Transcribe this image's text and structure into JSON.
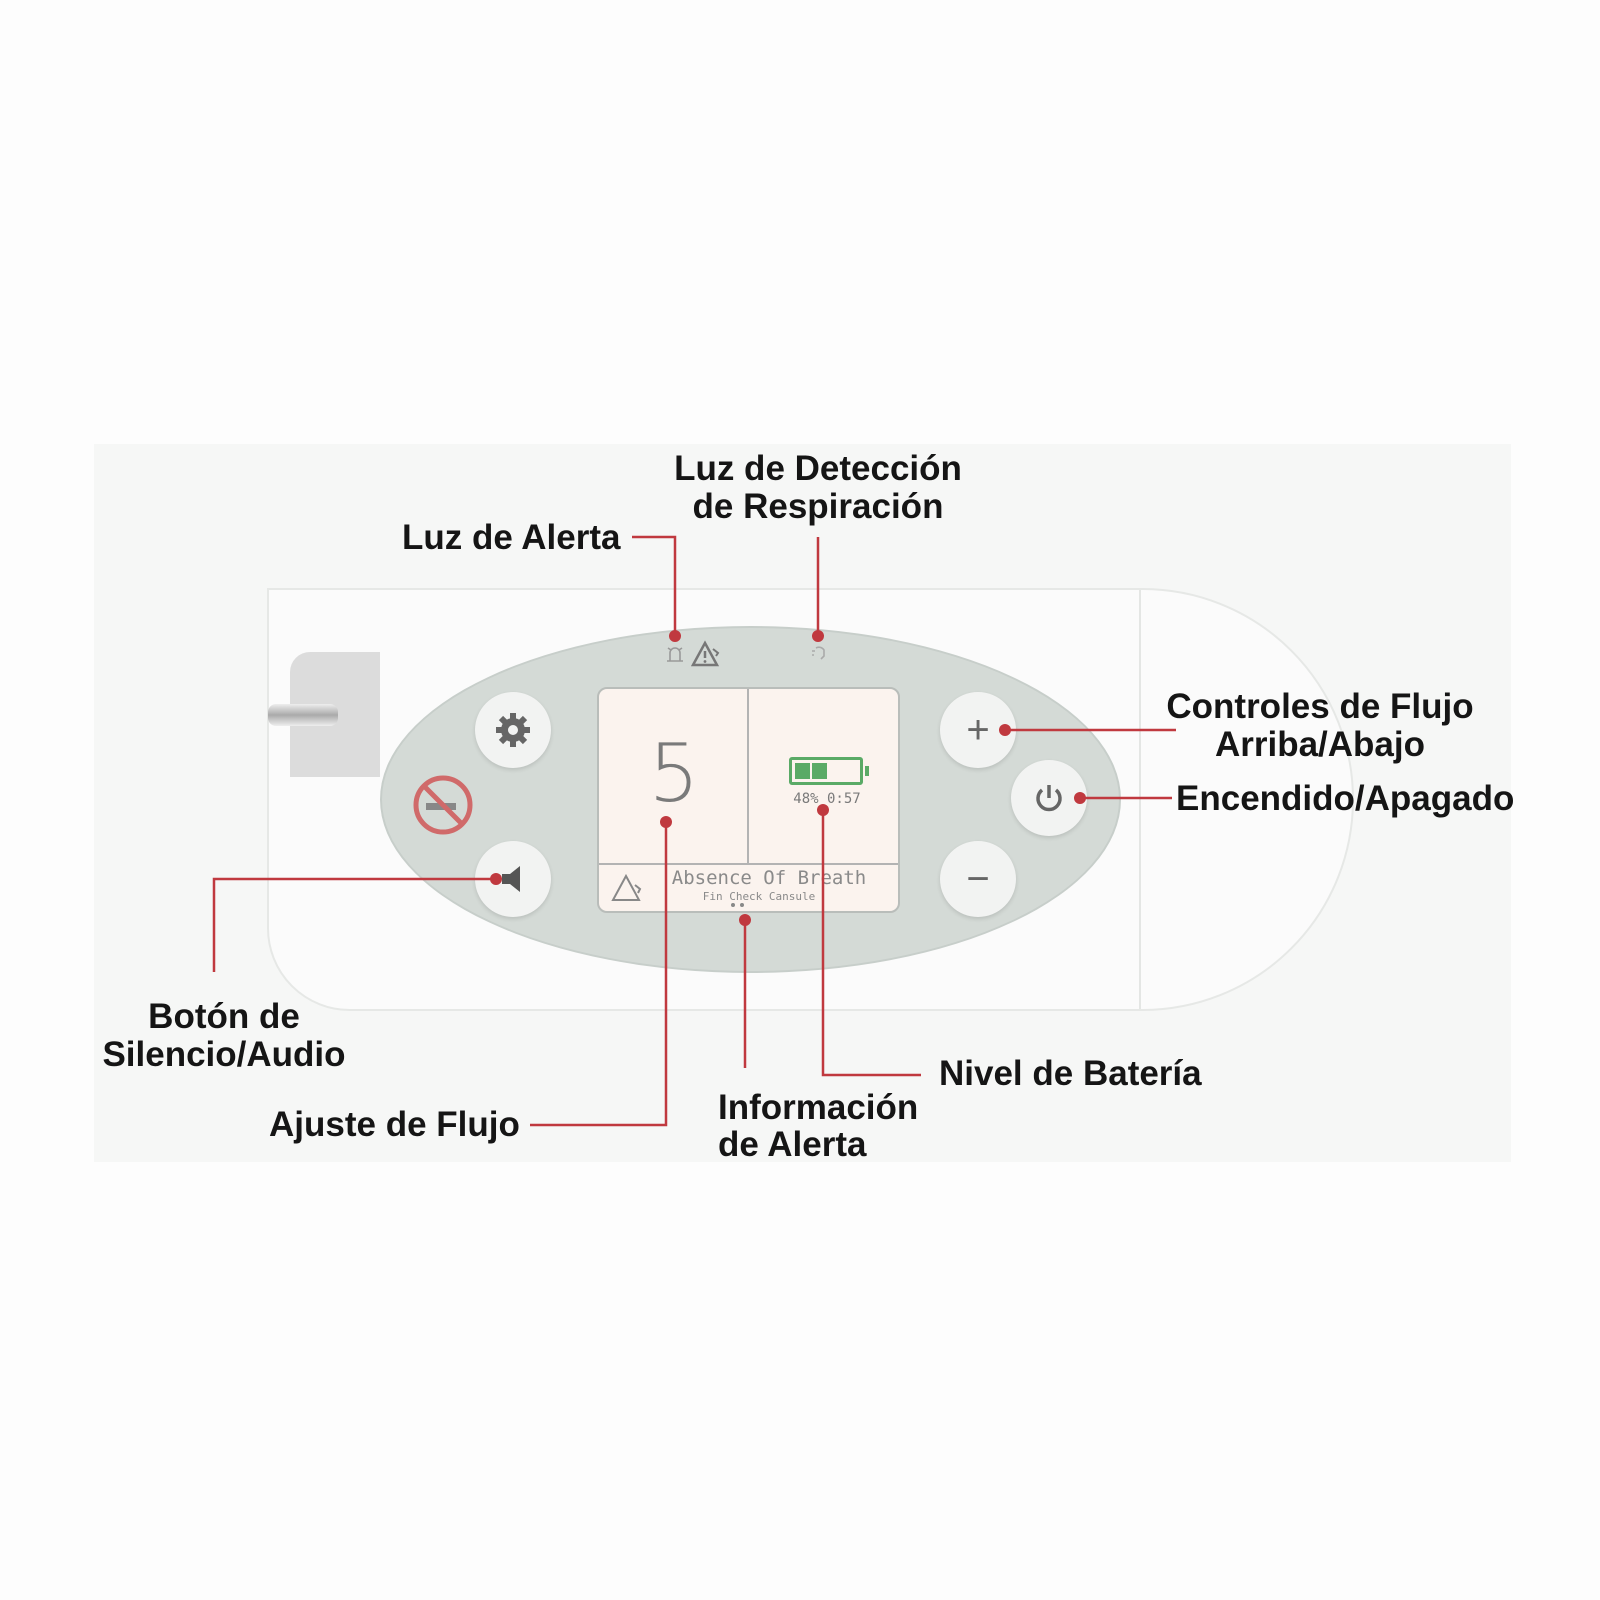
{
  "labels": {
    "breath_light": [
      "Luz de Detección",
      "de Respiración"
    ],
    "alert_light": "Luz de Alerta",
    "flow_controls": [
      "Controles de Flujo",
      "Arriba/Abajo"
    ],
    "power": "Encendido/Apagado",
    "mute_button": [
      "Botón de",
      "Silencio/Audio"
    ],
    "flow_setting": "Ajuste de Flujo",
    "alert_info": [
      "Información",
      "de Alerta"
    ],
    "battery_level": "Nivel de Batería"
  },
  "screen": {
    "flow_value": "5",
    "battery_percent": 48,
    "battery_text": "48% 0:57",
    "alert_message": "Absence Of Breath",
    "alert_sub": "Fin Check Cansule"
  },
  "colors": {
    "callout": "#c0393f",
    "battery": "#5aaa66",
    "panel": "#d4dad6"
  },
  "icons": [
    "gear-icon",
    "speaker-icon",
    "no-smoking-icon",
    "plus-icon",
    "power-icon",
    "minus-icon",
    "alarm-icon",
    "warning-icon",
    "breath-icon"
  ]
}
